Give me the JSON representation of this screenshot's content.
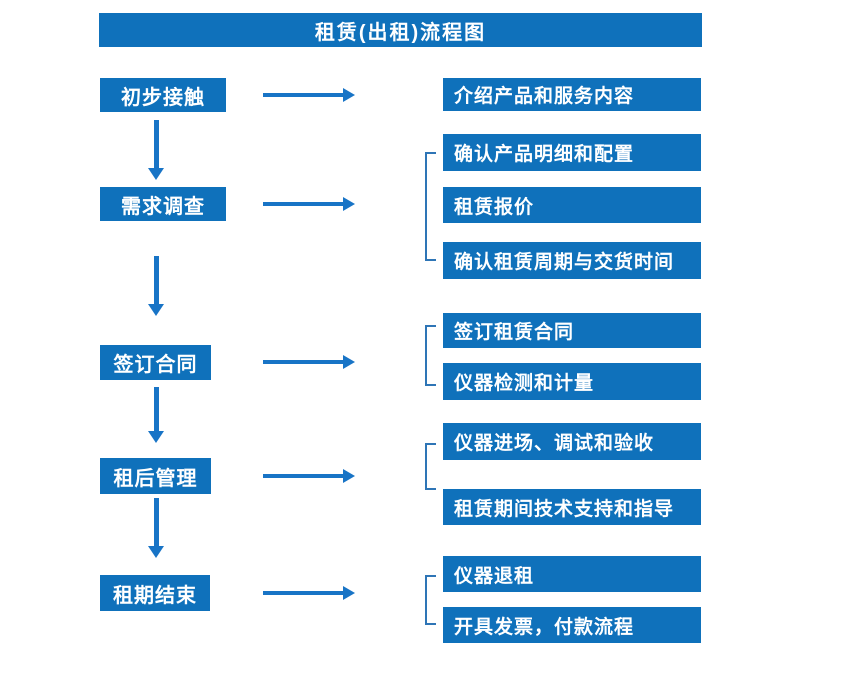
{
  "title": "租赁(出租)流程图",
  "colors": {
    "box_blue": "#0f71bb",
    "arrow_blue": "#1874c6",
    "bracket_blue": "#2e75b6",
    "text_white": "#ffffff"
  },
  "flow": [
    {
      "step": "初步接触",
      "details": [
        "介绍产品和服务内容"
      ]
    },
    {
      "step": "需求调查",
      "details": [
        "确认产品明细和配置",
        "租赁报价",
        "确认租赁周期与交货时间"
      ]
    },
    {
      "step": "签订合同",
      "details": [
        "签订租赁合同",
        "仪器检测和计量"
      ]
    },
    {
      "step": "租后管理",
      "details": [
        "仪器进场、调试和验收",
        "租赁期间技术支持和指导"
      ]
    },
    {
      "step": "租期结束",
      "details": [
        "仪器退租",
        "开具发票，付款流程"
      ]
    }
  ]
}
